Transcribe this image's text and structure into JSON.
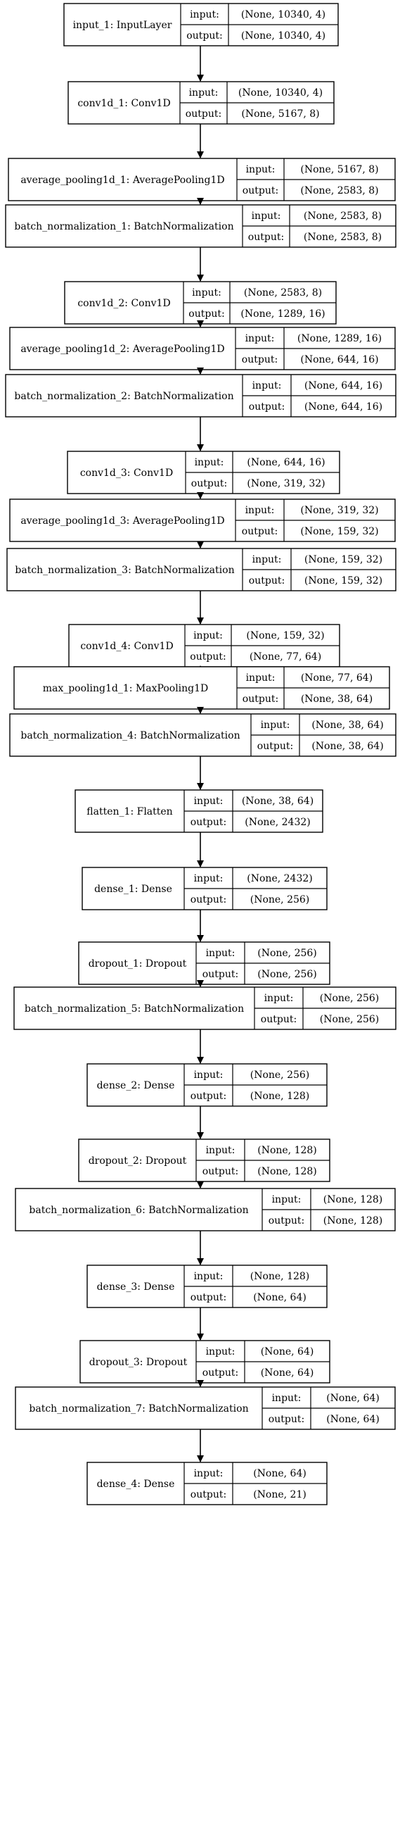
{
  "diagram": {
    "port_labels": {
      "input": "input:",
      "output": "output:"
    },
    "layers": [
      {
        "name": "input_1: InputLayer",
        "input": "(None, 10340, 4)",
        "output": "(None, 10340, 4)"
      },
      {
        "name": "conv1d_1: Conv1D",
        "input": "(None, 10340, 4)",
        "output": "(None, 5167, 8)"
      },
      {
        "name": "average_pooling1d_1: AveragePooling1D",
        "input": "(None, 5167, 8)",
        "output": "(None, 2583, 8)"
      },
      {
        "name": "batch_normalization_1: BatchNormalization",
        "input": "(None, 2583, 8)",
        "output": "(None, 2583, 8)"
      },
      {
        "name": "conv1d_2: Conv1D",
        "input": "(None, 2583, 8)",
        "output": "(None, 1289, 16)"
      },
      {
        "name": "average_pooling1d_2: AveragePooling1D",
        "input": "(None, 1289, 16)",
        "output": "(None, 644, 16)"
      },
      {
        "name": "batch_normalization_2: BatchNormalization",
        "input": "(None, 644, 16)",
        "output": "(None, 644, 16)"
      },
      {
        "name": "conv1d_3: Conv1D",
        "input": "(None, 644, 16)",
        "output": "(None, 319, 32)"
      },
      {
        "name": "average_pooling1d_3: AveragePooling1D",
        "input": "(None, 319, 32)",
        "output": "(None, 159, 32)"
      },
      {
        "name": "batch_normalization_3: BatchNormalization",
        "input": "(None, 159, 32)",
        "output": "(None, 159, 32)"
      },
      {
        "name": "conv1d_4: Conv1D",
        "input": "(None, 159, 32)",
        "output": "(None, 77, 64)"
      },
      {
        "name": "max_pooling1d_1: MaxPooling1D",
        "input": "(None, 77, 64)",
        "output": "(None, 38, 64)"
      },
      {
        "name": "batch_normalization_4: BatchNormalization",
        "input": "(None, 38, 64)",
        "output": "(None, 38, 64)"
      },
      {
        "name": "flatten_1: Flatten",
        "input": "(None, 38, 64)",
        "output": "(None, 2432)"
      },
      {
        "name": "dense_1: Dense",
        "input": "(None, 2432)",
        "output": "(None, 256)"
      },
      {
        "name": "dropout_1: Dropout",
        "input": "(None, 256)",
        "output": "(None, 256)"
      },
      {
        "name": "batch_normalization_5: BatchNormalization",
        "input": "(None, 256)",
        "output": "(None, 256)"
      },
      {
        "name": "dense_2: Dense",
        "input": "(None, 256)",
        "output": "(None, 128)"
      },
      {
        "name": "dropout_2: Dropout",
        "input": "(None, 128)",
        "output": "(None, 128)"
      },
      {
        "name": "batch_normalization_6: BatchNormalization",
        "input": "(None, 128)",
        "output": "(None, 128)"
      },
      {
        "name": "dense_3: Dense",
        "input": "(None, 128)",
        "output": "(None, 64)"
      },
      {
        "name": "dropout_3: Dropout",
        "input": "(None, 64)",
        "output": "(None, 64)"
      },
      {
        "name": "batch_normalization_7: BatchNormalization",
        "input": "(None, 64)",
        "output": "(None, 64)"
      },
      {
        "name": "dense_4: Dense",
        "input": "(None, 64)",
        "output": "(None, 21)"
      }
    ]
  }
}
